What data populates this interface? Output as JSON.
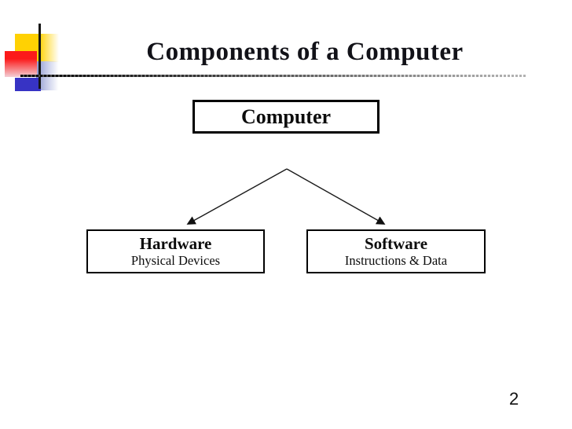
{
  "slide": {
    "title": "Components of a Computer",
    "page_number": "2",
    "background_color": "#ffffff",
    "title_color": "#121218"
  },
  "diagram": {
    "computer": {
      "label": "Computer"
    },
    "hardware": {
      "label": "Hardware",
      "sublabel": "Physical Devices"
    },
    "software": {
      "label": "Software",
      "sublabel": "Instructions & Data"
    },
    "edges": [
      {
        "from": "Computer",
        "to": "Hardware"
      },
      {
        "from": "Computer",
        "to": "Software"
      }
    ]
  },
  "decorations": {
    "logo_colors": {
      "yellow": "#ffd103",
      "red": "#fc1a1a",
      "blue": "#3733c4",
      "lavender": "#8d97cf",
      "line": "#151515"
    }
  }
}
